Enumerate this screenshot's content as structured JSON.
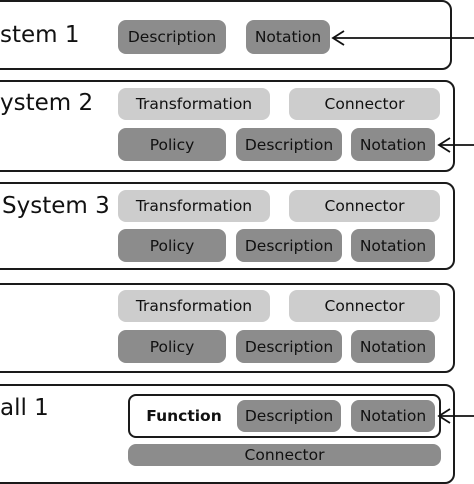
{
  "panels": [
    {
      "title": "stem 1",
      "row1": [
        "Description",
        "Notation"
      ]
    },
    {
      "title": "ystem 2",
      "row1": [
        "Transformation",
        "Connector"
      ],
      "row2": [
        "Policy",
        "Description",
        "Notation"
      ]
    },
    {
      "title": "System 3",
      "row1": [
        "Transformation",
        "Connector"
      ],
      "row2": [
        "Policy",
        "Description",
        "Notation"
      ]
    },
    {
      "title": "",
      "row1": [
        "Transformation",
        "Connector"
      ],
      "row2": [
        "Policy",
        "Description",
        "Notation"
      ]
    },
    {
      "title": "all 1",
      "function_group": [
        "Function",
        "Description",
        "Notation"
      ],
      "bottom": "Connector"
    }
  ],
  "colors": {
    "dark_chip": "#8c8c8c",
    "light_chip": "#cdcdcd",
    "border": "#1a1a1a"
  }
}
